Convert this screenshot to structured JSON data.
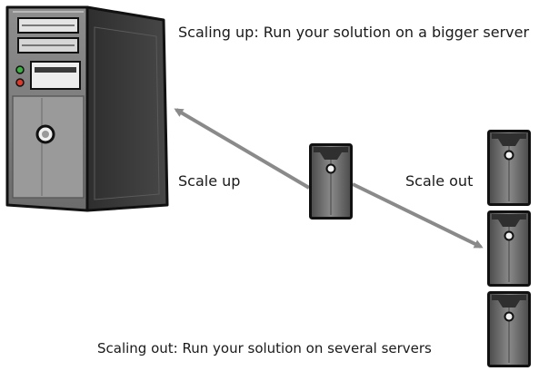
{
  "captions": {
    "scale_up_caption": "Scaling up: Run your solution on a bigger server",
    "scale_out_caption": "Scaling out: Run your solution on several servers"
  },
  "arrows": {
    "scale_up_label": "Scale up",
    "scale_out_label": "Scale out"
  },
  "colors": {
    "arrow": "#8a8a8a",
    "server_dark": "#3a3a3a",
    "server_mid": "#7d7d7d",
    "server_light": "#bdbdbd",
    "outline": "#111111",
    "led_green": "#3cb043",
    "led_red": "#d93a2b"
  },
  "icons": {
    "big_server": "tower-server-icon",
    "small_server": "small-server-icon"
  }
}
